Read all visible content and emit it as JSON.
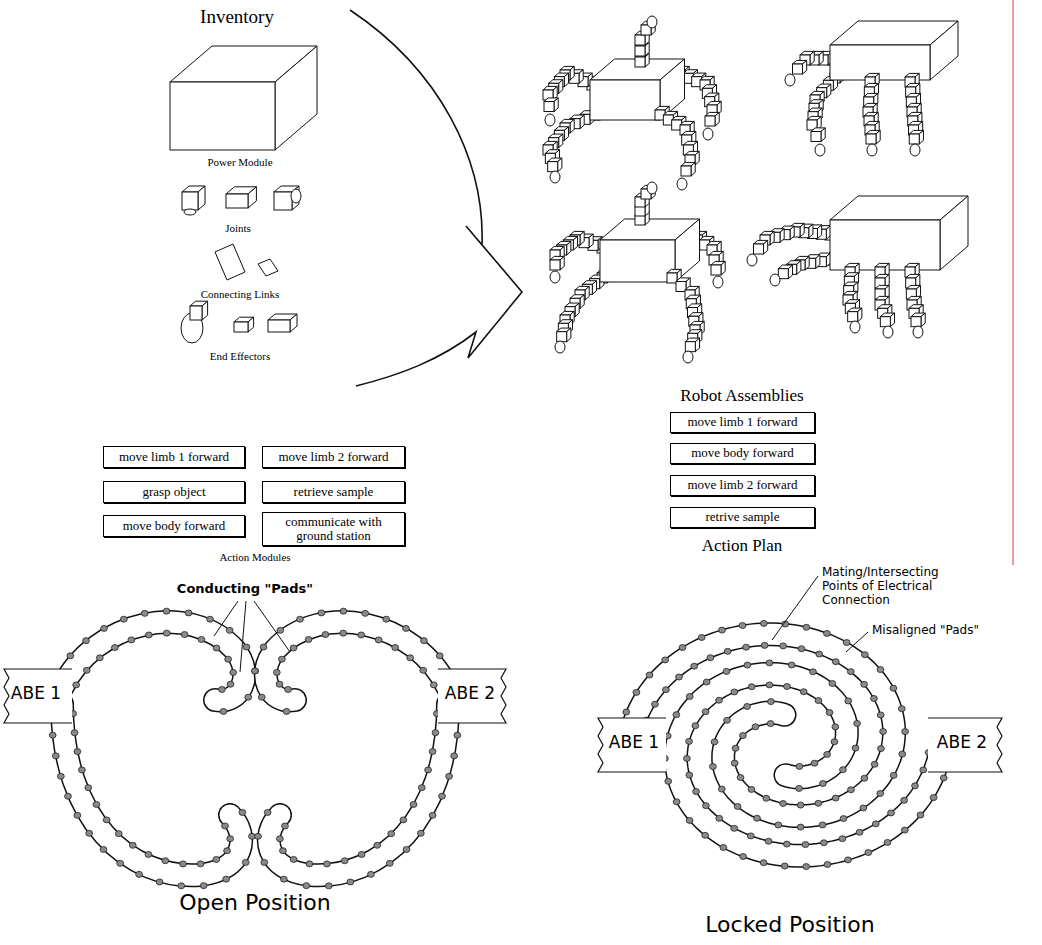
{
  "diagram": {
    "nodes": [
      {
        "text": [
          "move limb 1 forward"
        ]
      },
      {
        "text": [
          "move limb 2 forward"
        ]
      },
      {
        "text": [
          "grasp object"
        ]
      },
      {
        "text": [
          "retrieve sample"
        ]
      },
      {
        "text": [
          "move body forward"
        ]
      },
      {
        "text": [
          "communicate with ground station"
        ]
      },
      {
        "text": [
          "move limb 1 forward"
        ]
      },
      {
        "text": [
          "move body forward"
        ]
      },
      {
        "text": [
          "move limb 2 forward"
        ]
      },
      {
        "text": [
          "retrive sample"
        ]
      }
    ],
    "labels": [
      "Inventory",
      "Power Module",
      "Joints",
      "Connecting Links",
      "End Effectors",
      "Action Modules",
      "Robot Assemblies",
      "Action Plan",
      "Conducting \"Pads\"",
      "Mating/Intersecting Points of Electrical Connection",
      "Misaligned \"Pads\"",
      "ABE 1",
      "ABE 2",
      "Open Position",
      "ABE 1",
      "ABE 2",
      "Locked Position"
    ]
  }
}
